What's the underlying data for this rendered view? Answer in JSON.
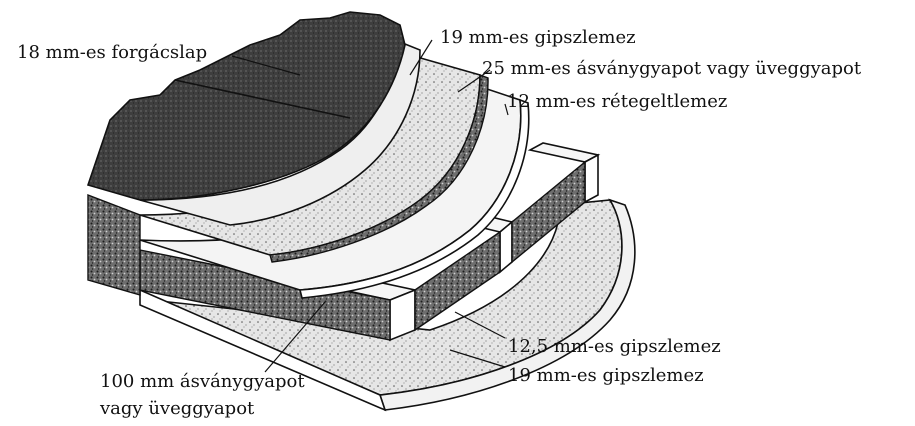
{
  "labels": {
    "particleboard": "18 mm-es forgácslap",
    "gypsum_top": "19 mm-es gipszlemez",
    "wool_top": "25 mm-es ásványgyapot vagy üveggyapot",
    "plywood": "12 mm-es rétegeltlemez",
    "gypsum_bottom_1": "12,5 mm-es gipszlemez",
    "gypsum_bottom_2": "19 mm-es gipszlemez",
    "wool_bottom_line1": "100 mm ásványgyapot",
    "wool_bottom_line2": "vagy üveggyapot"
  },
  "colors": {
    "ink": "#111111",
    "dark_fill": "#4a4a4a",
    "speckle_fill": "#d8d8d8",
    "light_fill": "#f0f0f0",
    "wool_fill": "#8a8a8a"
  }
}
